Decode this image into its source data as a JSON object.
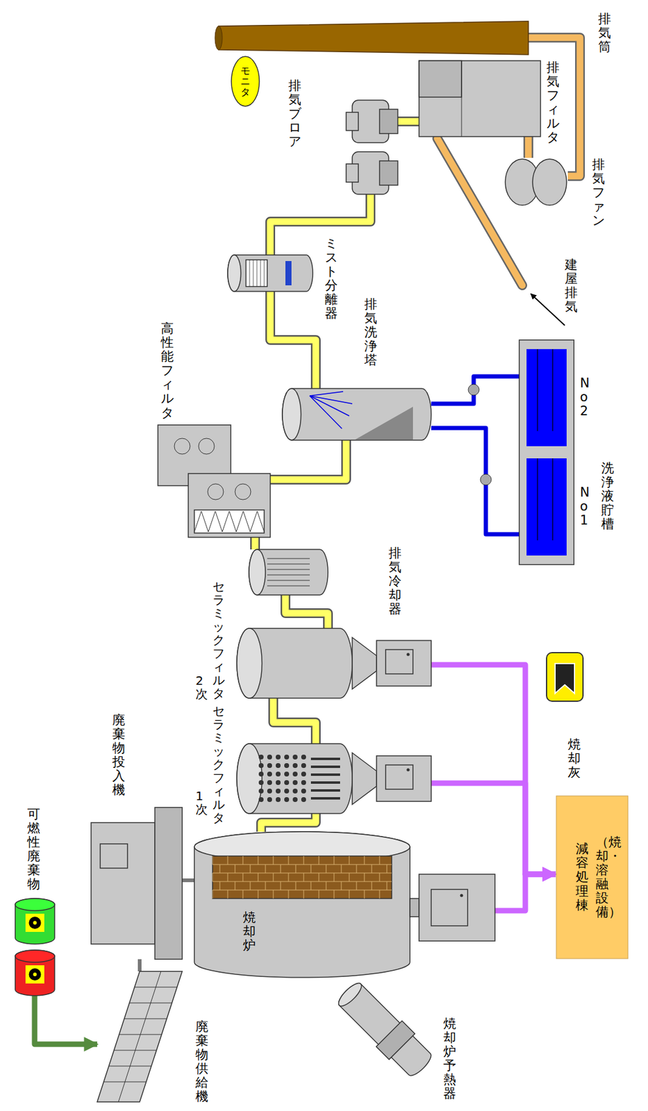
{
  "diagram": {
    "nodes": [
      {
        "text": [
          "可燃性廃棄物"
        ]
      },
      {
        "text": [
          "廃棄物供給機"
        ]
      },
      {
        "text": [
          "廃棄物投入機"
        ]
      },
      {
        "text": [
          "焼却炉"
        ]
      },
      {
        "text": [
          "焼却炉予熱器"
        ]
      },
      {
        "text": [
          "1次",
          "セラミックフィルタ"
        ]
      },
      {
        "text": [
          "2次",
          "セラミックフィルタ"
        ]
      },
      {
        "text": [
          "排気冷却器"
        ]
      },
      {
        "text": [
          "高性能フィルタ"
        ]
      },
      {
        "text": [
          "排気洗浄塔"
        ]
      },
      {
        "text": [
          "洗浄液貯槽"
        ]
      },
      {
        "text": [
          "ミスト分離器"
        ]
      },
      {
        "text": [
          "排気ブロア"
        ]
      },
      {
        "text": [
          "排気フィルタ"
        ]
      },
      {
        "text": [
          "排気ファン"
        ]
      },
      {
        "text": [
          "排気筒"
        ]
      },
      {
        "text": [
          "モニタ"
        ]
      },
      {
        "text": [
          "減容処理棟",
          "（焼却・溶融設備）"
        ]
      }
    ],
    "edges": [
      {
        "from": 0,
        "to": 1,
        "arrow": "to"
      },
      {
        "from": 1,
        "to": 2,
        "arrow": "none"
      },
      {
        "from": 2,
        "to": 3,
        "arrow": "none"
      },
      {
        "from": 3,
        "to": 5,
        "arrow": "none"
      },
      {
        "from": 5,
        "to": 6,
        "arrow": "none"
      },
      {
        "from": 6,
        "to": 7,
        "arrow": "none"
      },
      {
        "from": 7,
        "to": 8,
        "arrow": "none"
      },
      {
        "from": 8,
        "to": 9,
        "arrow": "none"
      },
      {
        "from": 9,
        "to": 11,
        "arrow": "none"
      },
      {
        "from": 11,
        "to": 12,
        "arrow": "none"
      },
      {
        "from": 12,
        "to": 13,
        "arrow": "none"
      },
      {
        "from": 13,
        "to": 14,
        "arrow": "none"
      },
      {
        "from": 14,
        "to": 15,
        "arrow": "none"
      },
      {
        "from": 9,
        "to": 10,
        "arrow": "none"
      },
      {
        "from": 10,
        "to": 9,
        "arrow": "none"
      },
      {
        "from": 3,
        "to": 17,
        "arrow": "to"
      },
      {
        "from": 5,
        "to": 17,
        "arrow": "to"
      },
      {
        "from": 6,
        "to": 17,
        "arrow": "to"
      }
    ],
    "labels": [
      "No2",
      "No1",
      "焼却灰",
      "建屋排気"
    ]
  }
}
